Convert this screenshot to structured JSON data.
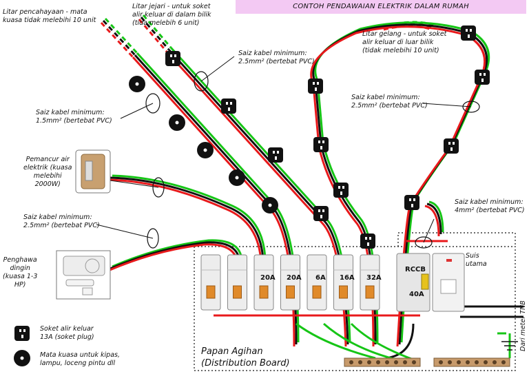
{
  "title": "CONTOH PENDAWAIAN ELEKTRIK DALAM RUMAH",
  "labels": {
    "lighting_circuit": "Litar pencahayaan - mata\nkuasa tidak melebihi 10 unit",
    "radial_circuit": "Litar jejari - untuk soket\nalir keluar di dalam bilik\n(tida melebih 6 unit)",
    "ring_circuit": "Litar gelang - untuk soket\nalir keluar di luar bilik\n(tidak melebihi 10 unit)",
    "cable_radial": "Saiz kabel minimum:\n2.5mm² (bertebat PVC)",
    "cable_ring": "Saiz kabel minimum:\n2.5mm² (bertebat PVC)",
    "cable_lighting": "Saiz kabel minimum:\n1.5mm² (bertebat PVC)",
    "water_heater": "Pemancur air\nelektrik (kuasa\nmelebihi\n2000W)",
    "cable_heater": "Saiz kabel minimum:\n2.5mm² (bertebat PVC)",
    "aircond": "Penghawa\ndingin\n(kuasa 1-3\nHP)",
    "cable_main": "Saiz kabel minimum:\n4mm² (bertebat PVC)",
    "main_switch": "Suis\nutama",
    "from_meter": "Dari meter TNB",
    "legend_socket": "Soket alir keluar\n13A (soket plug)",
    "legend_point": "Mata kuasa untuk kipas,\nlampu, loceng pintu dll",
    "distribution_board": "Papan Agihan\n(Distribution Board)",
    "rccb": "RCCB",
    "rccb_rating": "40A"
  },
  "breaker_ratings": [
    "",
    "",
    "20A",
    "20A",
    "6A",
    "16A",
    "32A"
  ],
  "colors": {
    "live": "#e8191b",
    "neutral": "#111111",
    "earth": "#16c516",
    "title_bg": "#f3c9f3"
  },
  "icons": {
    "socket": "socket-outlet-icon",
    "point": "power-point-icon",
    "water_heater": "water-heater-icon",
    "aircond": "air-conditioner-icon",
    "earth": "earth-ground-icon"
  }
}
